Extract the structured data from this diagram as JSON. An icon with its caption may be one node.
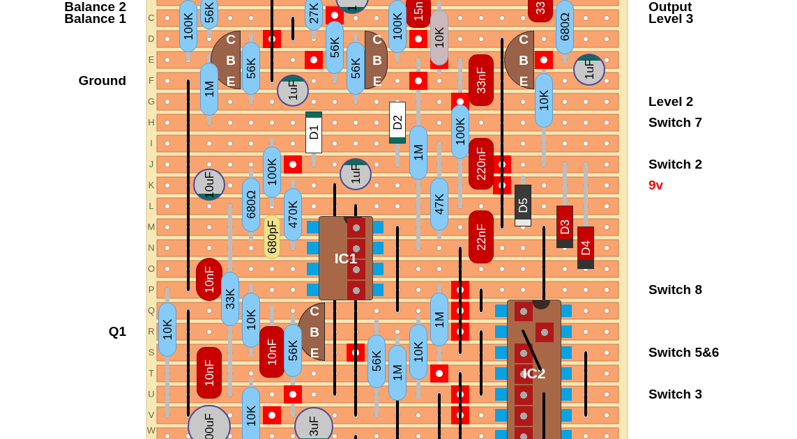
{
  "diagram": {
    "nodes": [
      {
        "text": [
          "100K"
        ]
      },
      {
        "text": [
          "56K"
        ]
      },
      {
        "text": [
          "27K"
        ]
      },
      {
        "text": [
          "1"
        ]
      },
      {
        "text": [
          "15n"
        ]
      },
      {
        "text": [
          "100K"
        ]
      },
      {
        "text": [
          "10K"
        ]
      },
      {
        "text": [
          "33"
        ]
      },
      {
        "text": [
          "680Ω"
        ]
      },
      {
        "text": [
          "C",
          "B",
          "E"
        ]
      },
      {
        "text": [
          "C",
          "B",
          "E"
        ]
      },
      {
        "text": [
          "C",
          "B",
          "E"
        ]
      },
      {
        "text": [
          "56K"
        ]
      },
      {
        "text": [
          "56K"
        ]
      },
      {
        "text": [
          "56K"
        ]
      },
      {
        "text": [
          "1M"
        ]
      },
      {
        "text": [
          "1uF"
        ]
      },
      {
        "text": [
          "1uF"
        ]
      },
      {
        "text": [
          "33nF"
        ]
      },
      {
        "text": [
          "10K"
        ]
      },
      {
        "text": [
          "D1"
        ]
      },
      {
        "text": [
          "D2"
        ]
      },
      {
        "text": [
          "1M"
        ]
      },
      {
        "text": [
          "100K"
        ]
      },
      {
        "text": [
          "220nF"
        ]
      },
      {
        "text": [
          "10uF"
        ]
      },
      {
        "text": [
          "100K"
        ]
      },
      {
        "text": [
          "1uF"
        ]
      },
      {
        "text": [
          "680Ω"
        ]
      },
      {
        "text": [
          "470K"
        ]
      },
      {
        "text": [
          "680pF"
        ]
      },
      {
        "text": [
          "47K"
        ]
      },
      {
        "text": [
          "D5"
        ]
      },
      {
        "text": [
          "D3"
        ]
      },
      {
        "text": [
          "D4"
        ]
      },
      {
        "text": [
          "22nF"
        ]
      },
      {
        "text": [
          "IC1"
        ]
      },
      {
        "text": [
          "10nF"
        ]
      },
      {
        "text": [
          "33K"
        ]
      },
      {
        "text": [
          "10K"
        ]
      },
      {
        "text": [
          "10K"
        ]
      },
      {
        "text": [
          "C",
          "B",
          "E"
        ]
      },
      {
        "text": [
          "10nF"
        ]
      },
      {
        "text": [
          "56K"
        ]
      },
      {
        "text": [
          "1M"
        ]
      },
      {
        "text": [
          "10K"
        ]
      },
      {
        "text": [
          "IC2"
        ]
      },
      {
        "text": [
          "56K"
        ]
      },
      {
        "text": [
          "1M"
        ]
      },
      {
        "text": [
          "10nF"
        ]
      },
      {
        "text": [
          "10K"
        ]
      },
      {
        "text": [
          "00uF"
        ]
      },
      {
        "text": [
          "3uF"
        ]
      }
    ],
    "labels": [
      "Balance 2",
      "Balance 1",
      "Ground",
      "Q1",
      "C",
      "D",
      "E",
      "F",
      "G",
      "H",
      "I",
      "J",
      "K",
      "L",
      "M",
      "N",
      "O",
      "P",
      "Q",
      "R",
      "S",
      "T",
      "U",
      "V",
      "W",
      "Output",
      "Level 3",
      "Level 2",
      "Switch 7",
      "Switch 2",
      "9v",
      "Switch 8",
      "Switch 5&6",
      "Switch 3"
    ]
  }
}
